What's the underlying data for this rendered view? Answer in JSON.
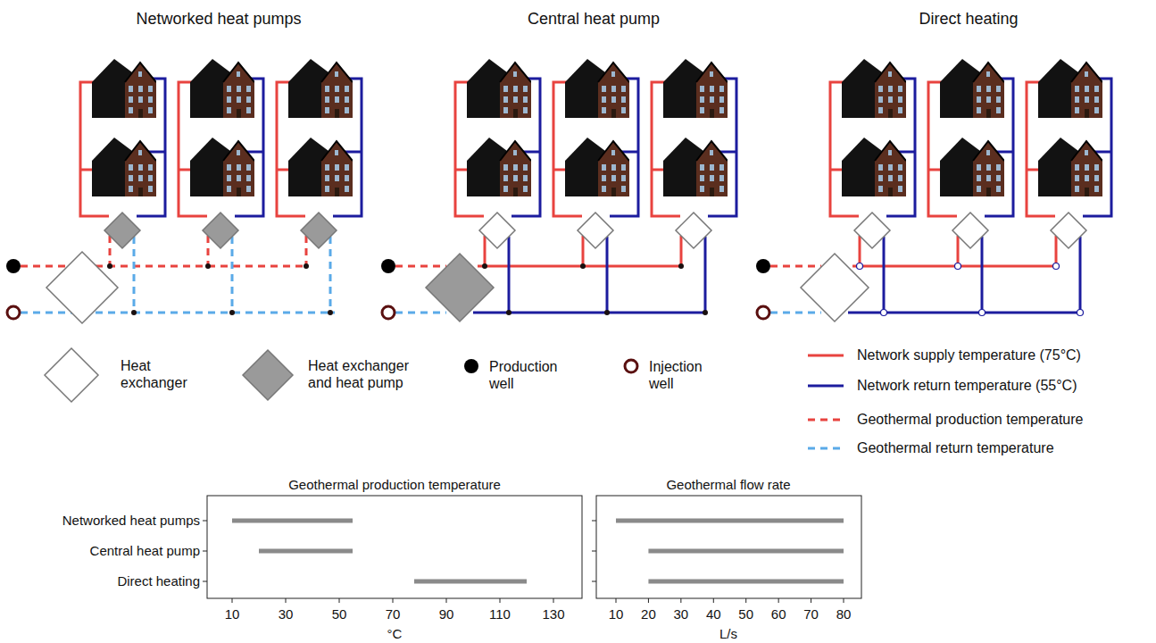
{
  "diagram": {
    "labels": [
      "Networked heat pumps",
      "Central heat pump",
      "Direct heating",
      "Geothermal production temperature",
      "Geothermal flow rate",
      "Networked heat pumps",
      "Central heat pump",
      "Direct heating",
      "10",
      "30",
      "50",
      "70",
      "90",
      "110",
      "130",
      "°C",
      "10",
      "20",
      "30",
      "40",
      "50",
      "60",
      "70",
      "80",
      "L/s"
    ],
    "legend": [
      {
        "text": "Heat exchanger"
      },
      {
        "text": "Heat exchanger and heat pump"
      },
      {
        "text": "Production well"
      },
      {
        "text": "Injection well"
      },
      {
        "text": "Network supply temperature (75°C)"
      },
      {
        "text": "Network return temperature (55°C)"
      },
      {
        "text": "Geothermal production temperature"
      },
      {
        "text": "Geothermal return temperature"
      }
    ]
  }
}
